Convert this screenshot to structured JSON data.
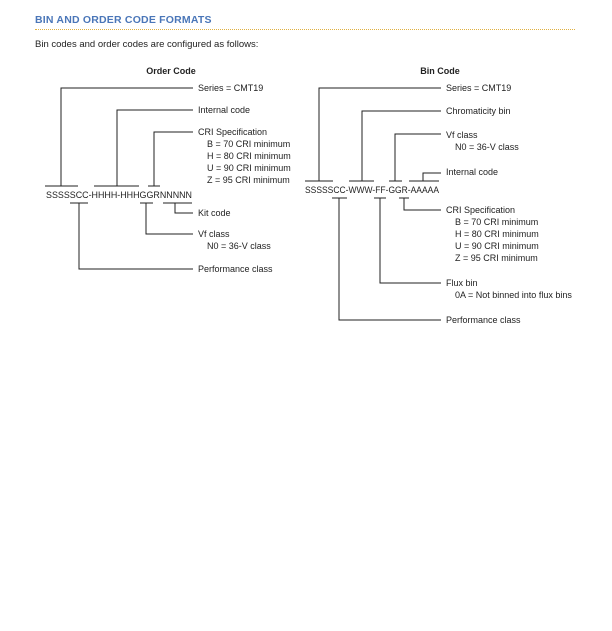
{
  "section": {
    "heading": "BIN AND ORDER CODE FORMATS",
    "intro": "Bin codes and order codes are configured as follows:"
  },
  "order_code": {
    "title": "Order Code",
    "code": "SSSSSCC-HHHH-HHHGGRNNNNN",
    "callouts": {
      "series": "Series = CMT19",
      "internal_code": "Internal code",
      "cri_title": "CRI Specification",
      "cri_lines": [
        "B = 70 CRI minimum",
        "H = 80 CRI minimum",
        "U = 90 CRI minimum",
        "Z = 95 CRI minimum"
      ],
      "kit_code": "Kit code",
      "vf_title": "Vf class",
      "vf_line": "N0 = 36-V class",
      "performance": "Performance class"
    }
  },
  "bin_code": {
    "title": "Bin Code",
    "code": "SSSSSCC-WWW-FF-GGR-AAAAA",
    "callouts": {
      "series": "Series = CMT19",
      "chromaticity": "Chromaticity bin",
      "vf_title": "Vf class",
      "vf_line": "N0 = 36-V class",
      "internal_code": "Internal code",
      "cri_title": "CRI Specification",
      "cri_lines": [
        "B = 70 CRI minimum",
        "H = 80 CRI minimum",
        "U = 90 CRI minimum",
        "Z = 95 CRI minimum"
      ],
      "flux_title": "Flux bin",
      "flux_line": "0A = Not binned into flux bins",
      "performance": "Performance class"
    }
  }
}
